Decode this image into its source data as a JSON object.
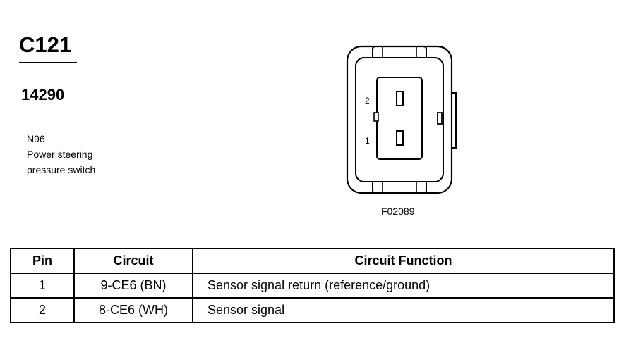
{
  "connector": {
    "id": "C121",
    "part_number": "14290",
    "location_code": "N96",
    "description_lines": [
      "Power steering",
      "pressure switch"
    ],
    "figure_id": "F02089",
    "pin_labels": [
      "2",
      "1"
    ]
  },
  "table": {
    "headers": [
      "Pin",
      "Circuit",
      "Circuit Function"
    ],
    "rows": [
      {
        "pin": "1",
        "circuit": "9-CE6 (BN)",
        "function": "Sensor signal return (reference/ground)"
      },
      {
        "pin": "2",
        "circuit": "8-CE6 (WH)",
        "function": "Sensor signal"
      }
    ]
  }
}
